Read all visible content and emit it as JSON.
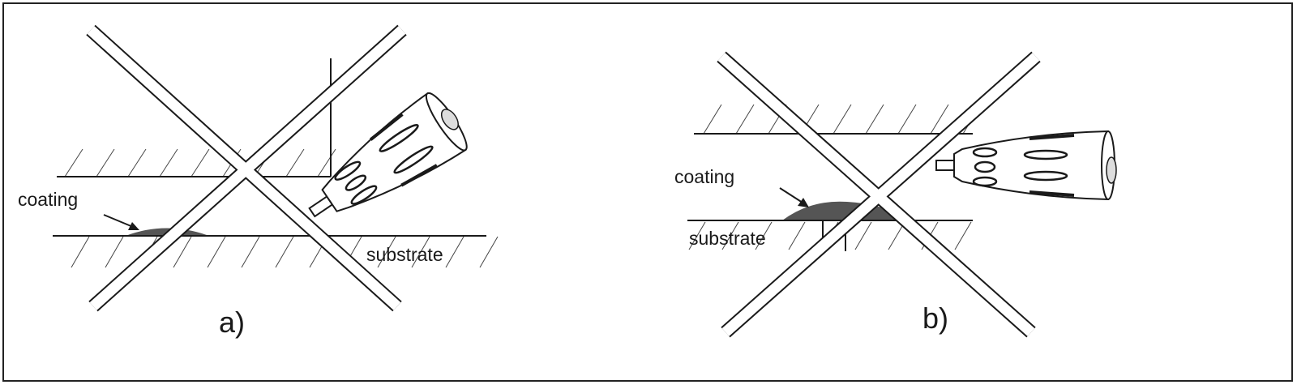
{
  "panels": [
    {
      "id": "a",
      "label": "a)",
      "coating_label": "coating",
      "substrate_label": "substrate"
    },
    {
      "id": "b",
      "label": "b)",
      "coating_label": "coating",
      "substrate_label": "substrate"
    }
  ],
  "colors": {
    "coating": "#555555",
    "line": "#1a1a1a",
    "background": "#ffffff"
  }
}
